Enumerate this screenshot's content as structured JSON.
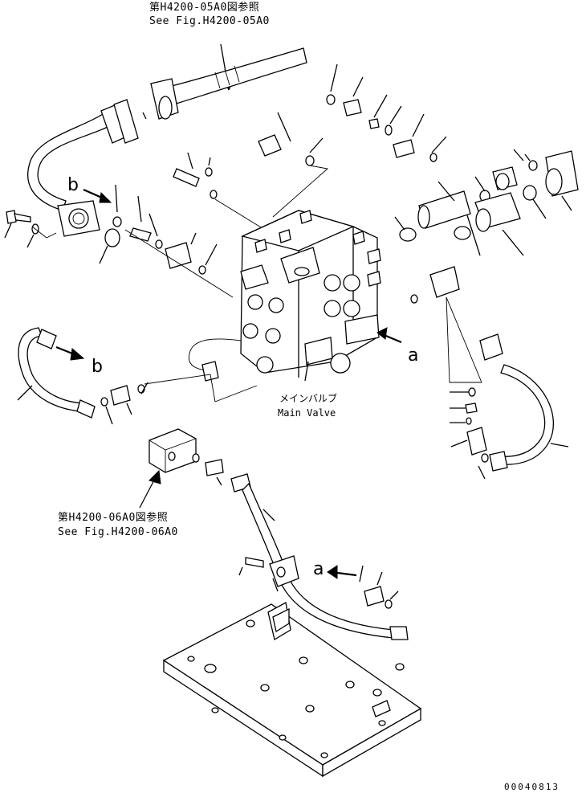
{
  "references": {
    "top_jp": "第H4200-05A0図参照",
    "top_en": "See Fig.H4200-05A0",
    "mid_jp": "第H4200-06A0図参照",
    "mid_en": "See Fig.H4200-06A0"
  },
  "main_valve": {
    "jp": "メインバルブ",
    "en": "Main Valve"
  },
  "view_markers": {
    "b_upper": "b",
    "b_lower": "b",
    "a_right": "a",
    "a_lower": "a"
  },
  "drawing_number": "00040813"
}
